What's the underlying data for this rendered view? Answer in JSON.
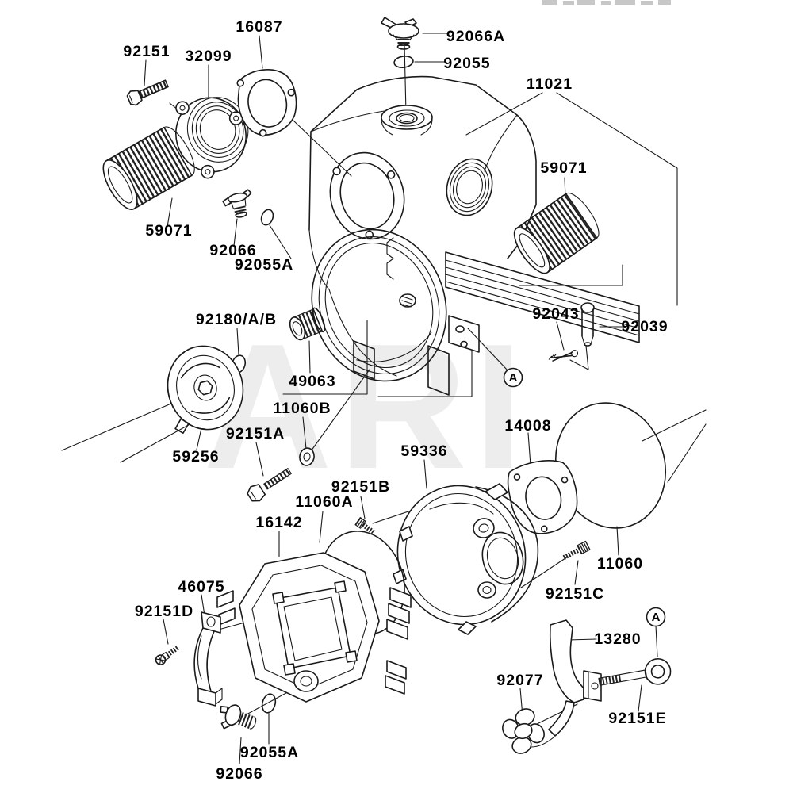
{
  "diagram": {
    "type": "exploded parts diagram",
    "watermark": "ARI",
    "callouts": [
      "A",
      "A"
    ],
    "labels": [
      "92151",
      "32099",
      "16087",
      "92066A",
      "92055",
      "11021",
      "59071",
      "59071",
      "92066",
      "92055A",
      "92180/A/B",
      "49063",
      "11060B",
      "92151A",
      "59256",
      "92043",
      "92039",
      "14008",
      "59336",
      "92151B",
      "11060A",
      "16142",
      "11060",
      "92151C",
      "46075",
      "92151D",
      "13280",
      "92077",
      "92151E",
      "92055A",
      "92066"
    ]
  }
}
